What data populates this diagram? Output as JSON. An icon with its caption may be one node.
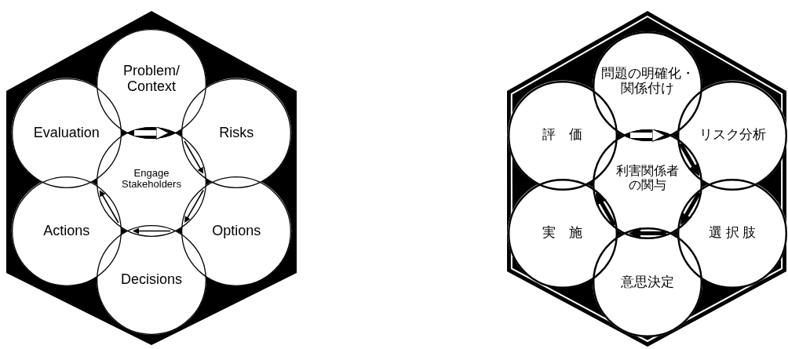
{
  "diagram": {
    "nodes": [
      {
        "text": [
          "Problem/ Context"
        ]
      },
      {
        "text": [
          "Evaluation"
        ]
      },
      {
        "text": [
          "Risks"
        ]
      },
      {
        "text": [
          "Engage Stakeholders"
        ]
      },
      {
        "text": [
          "Actions"
        ]
      },
      {
        "text": [
          "Options"
        ]
      },
      {
        "text": [
          "Decisions"
        ]
      },
      {
        "text": [
          "問題の明確化・関係付け"
        ]
      },
      {
        "text": [
          "評　価"
        ]
      },
      {
        "text": [
          "リスク分析"
        ]
      },
      {
        "text": [
          "利害関係者の関与"
        ]
      },
      {
        "text": [
          "実　施"
        ]
      },
      {
        "text": [
          "選 択 肢"
        ]
      },
      {
        "text": [
          "意思決定"
        ]
      }
    ]
  }
}
